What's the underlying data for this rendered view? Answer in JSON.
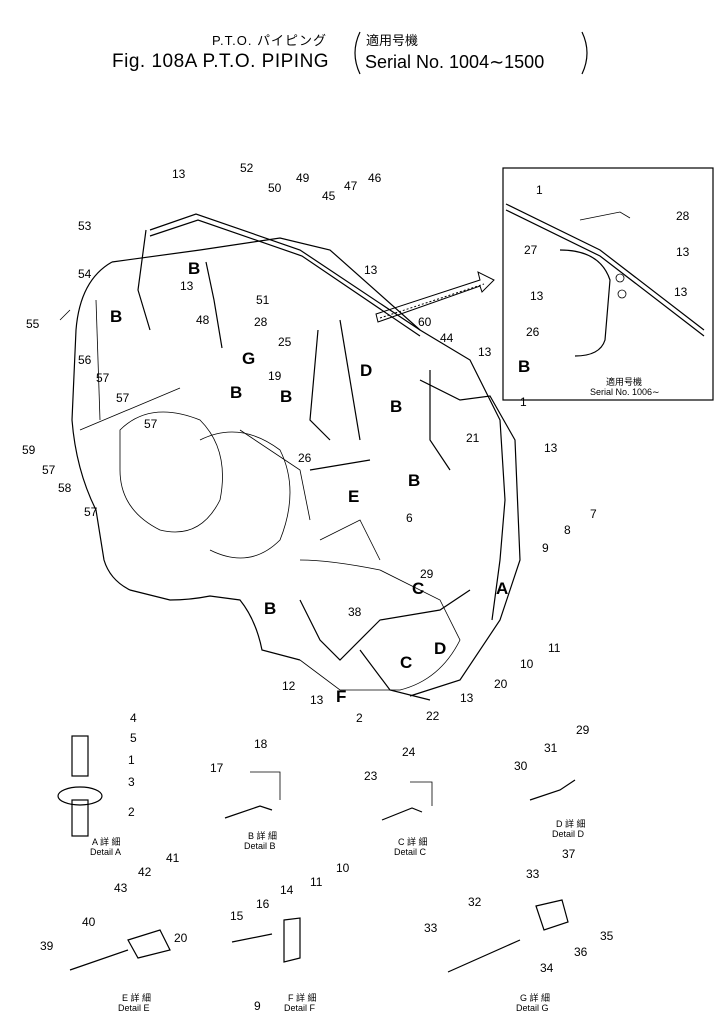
{
  "header": {
    "title_jp": "P.T.O. パイピング",
    "title_en": "Fig. 108A P.T.O. PIPING",
    "serial_jp": "適用号機",
    "serial_en": "Serial No. 1004∼1500"
  },
  "inset": {
    "caption_jp": "適用号機",
    "caption_en": "Serial No. 1006∼"
  },
  "details": [
    {
      "jp": "A 詳 細",
      "en": "Detail A"
    },
    {
      "jp": "B 詳 細",
      "en": "Detail B"
    },
    {
      "jp": "C 詳 細",
      "en": "Detail C"
    },
    {
      "jp": "D 詳 細",
      "en": "Detail D"
    },
    {
      "jp": "E 詳 細",
      "en": "Detail E"
    },
    {
      "jp": "F 詳 細",
      "en": "Detail F"
    },
    {
      "jp": "G 詳 細",
      "en": "Detail G"
    }
  ],
  "main_callouts": [
    "13",
    "52",
    "49",
    "50",
    "45",
    "47",
    "46",
    "53",
    "13",
    "54",
    "13",
    "55",
    "51",
    "48",
    "28",
    "25",
    "60",
    "44",
    "13",
    "56",
    "57",
    "57",
    "19",
    "57",
    "59",
    "57",
    "58",
    "57",
    "26",
    "1",
    "13",
    "21",
    "6",
    "7",
    "8",
    "9",
    "29",
    "38",
    "12",
    "13",
    "22",
    "13",
    "20",
    "10",
    "11",
    "2"
  ],
  "inset_callouts": [
    "1",
    "28",
    "27",
    "13",
    "13",
    "13",
    "26"
  ],
  "detail_callouts": [
    "4",
    "5",
    "1",
    "3",
    "2",
    "18",
    "17",
    "24",
    "23",
    "29",
    "31",
    "30",
    "42",
    "41",
    "43",
    "20",
    "40",
    "39",
    "10",
    "11",
    "14",
    "16",
    "15",
    "9",
    "37",
    "33",
    "32",
    "35",
    "36",
    "34",
    "33"
  ],
  "arrow_letters": [
    "B",
    "B",
    "B",
    "G",
    "B",
    "D",
    "B",
    "B",
    "B",
    "E",
    "B",
    "C",
    "A",
    "C",
    "D",
    "F"
  ]
}
